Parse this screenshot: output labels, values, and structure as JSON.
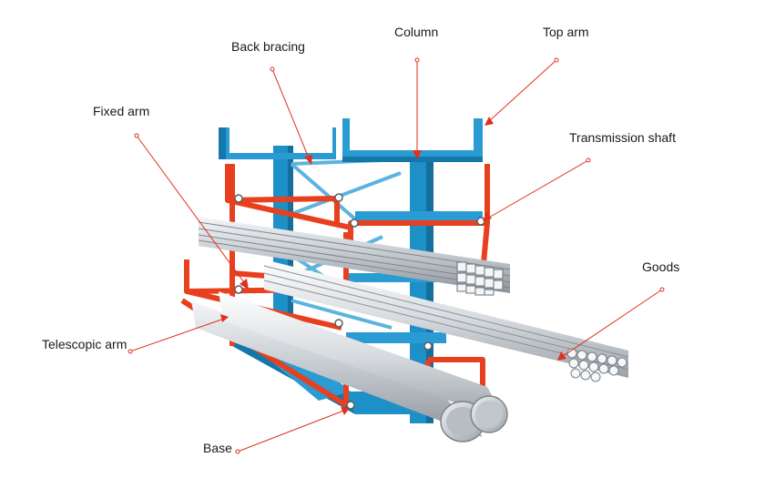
{
  "diagram": {
    "subject": "Cantilever rack with steel pipes",
    "callouts": [
      {
        "id": "back-bracing",
        "text": "Back bracing"
      },
      {
        "id": "column",
        "text": "Column"
      },
      {
        "id": "top-arm",
        "text": "Top arm"
      },
      {
        "id": "fixed-arm",
        "text": "Fixed arm"
      },
      {
        "id": "transmission-shaft",
        "text": "Transmission shaft"
      },
      {
        "id": "goods",
        "text": "Goods"
      },
      {
        "id": "telescopic-arm",
        "text": "Telescopic arm"
      },
      {
        "id": "base",
        "text": "Base"
      }
    ],
    "colors": {
      "leader_line": "#e0301e",
      "fixed_frame": "#1e90c8",
      "telescopic_frame": "#e8401e",
      "pipe": "#c9ced3"
    }
  }
}
